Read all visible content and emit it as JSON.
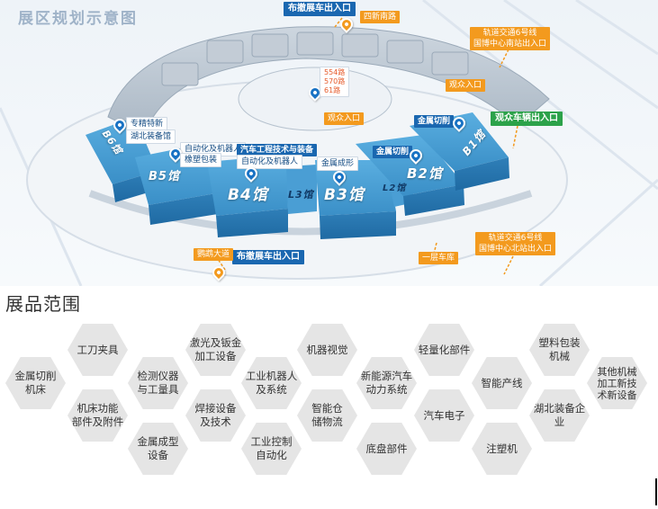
{
  "map_title": "展区规划示意图",
  "scope_title": "展品范围",
  "map_labels": {
    "top_exhibitor_entrance": "布撤展车出入口",
    "sixi_road": "四新南路",
    "metro_south": "轨道交通6号线\n国博中心南站出入口",
    "bus_routes": "554路\n570路\n61路",
    "visitor_entrance_1": "观众入口",
    "visitor_entrance_2": "观众入口",
    "visitor_vehicle_entrance": "观众车辆出入口",
    "metal_cutting_b1": "金属切削",
    "metal_cutting_b2": "金属切削",
    "special_steel": "专精特新",
    "hubei_equipment": "湖北装备馆",
    "automation_robot_b5": "自动化及机器人",
    "rubber_plastic": "橡塑包装",
    "auto_engineering": "汽车工程技术与装备",
    "automation_robot_b4": "自动化及机器人",
    "metal_forming": "金属成形",
    "bottom_exhibitor_entrance": "布撤展车出入口",
    "yingwu_avenue": "鹦鹉大道",
    "ground_parking": "一层车库",
    "metro_north": "轨道交通6号线\n国博中心北站出入口"
  },
  "halls": {
    "b1": "B1馆",
    "b2": "B2馆",
    "l2": "L2馆",
    "b3": "B3馆",
    "l3": "L3馆",
    "b4": "B4馆",
    "b5": "B5馆",
    "b6": "B6馆"
  },
  "categories": [
    "金属切削\n机床",
    "工刀夹具",
    "机床功能\n部件及附件",
    "检测仪器\n与工量具",
    "金属成型\n设备",
    "激光及钣金\n加工设备",
    "焊接设备\n及技术",
    "工业机器人\n及系统",
    "工业控制\n自动化",
    "机器视觉",
    "智能仓\n储物流",
    "新能源汽车\n动力系统",
    "底盘部件",
    "轻量化部件",
    "汽车电子",
    "智能产线",
    "注塑机",
    "塑料包装\n机械",
    "湖北装备企业",
    "其他机械\n加工新技\n术新设备"
  ],
  "colors": {
    "hall_blue": "#3a8fc7",
    "tag_orange": "#f39a1e",
    "tag_blue": "#1a67b0",
    "tag_green": "#2ca24a",
    "hex_grey": "#e5e5e5"
  }
}
